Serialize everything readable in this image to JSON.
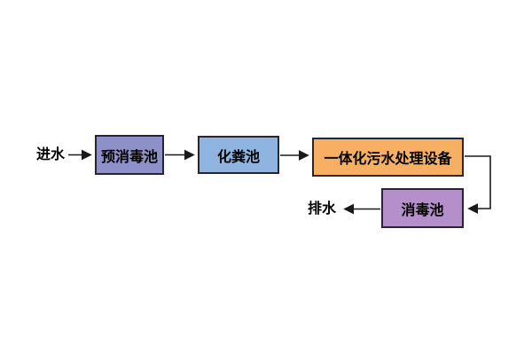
{
  "page": {
    "background": "#ffffff"
  },
  "diagram": {
    "type": "flowchart",
    "inlet_label": "进水",
    "outlet_label": "排水",
    "nodes": [
      {
        "label": "预消毒池",
        "fill": "#8E90C8"
      },
      {
        "label": "化粪池",
        "fill": "#8FB4E0"
      },
      {
        "label": "一体化污水处理设备",
        "fill": "#F6AF63"
      },
      {
        "label": "消毒池",
        "fill": "#B58FC9"
      }
    ],
    "border_color": "#26262E",
    "line_color": "#1A1A1A",
    "edges": [
      {
        "from": "进水",
        "to": "预消毒池"
      },
      {
        "from": "预消毒池",
        "to": "化粪池"
      },
      {
        "from": "化粪池",
        "to": "一体化污水处理设备"
      },
      {
        "from": "一体化污水处理设备",
        "to": "消毒池"
      },
      {
        "from": "消毒池",
        "to": "排水"
      }
    ]
  }
}
